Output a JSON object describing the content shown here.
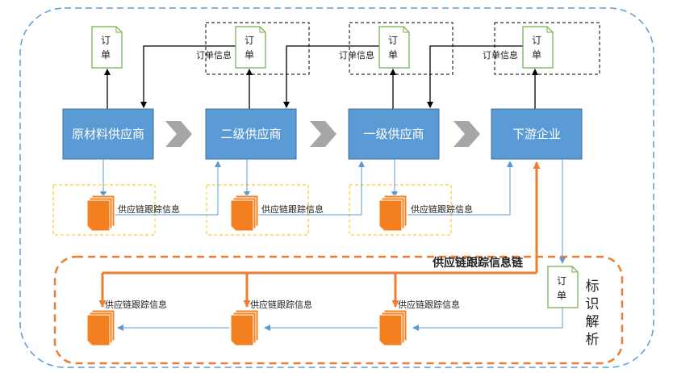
{
  "nodes": [
    {
      "id": "raw",
      "label": "原材料供应商"
    },
    {
      "id": "tier2",
      "label": "二级供应商"
    },
    {
      "id": "tier1",
      "label": "一级供应商"
    },
    {
      "id": "downstream",
      "label": "下游企业"
    }
  ],
  "order_doc": [
    "订",
    "单"
  ],
  "order_info_label": "订单信息",
  "tracking_label": "供应链跟踪信息",
  "chain_title": "供应链跟踪信息链",
  "identifier_resolution": [
    "标",
    "识",
    "解",
    "析"
  ],
  "colors": {
    "node_fill": "#5b9bd5",
    "outer_dashed": "#5b9bd5",
    "chain_dashed": "#ed7d31",
    "orange_arrow": "#ed7d31",
    "doc_border": "#70ad47",
    "file_icon": "#f4801f",
    "chevron": "#a6a6a6",
    "yellow_dash": "#ffc000"
  }
}
